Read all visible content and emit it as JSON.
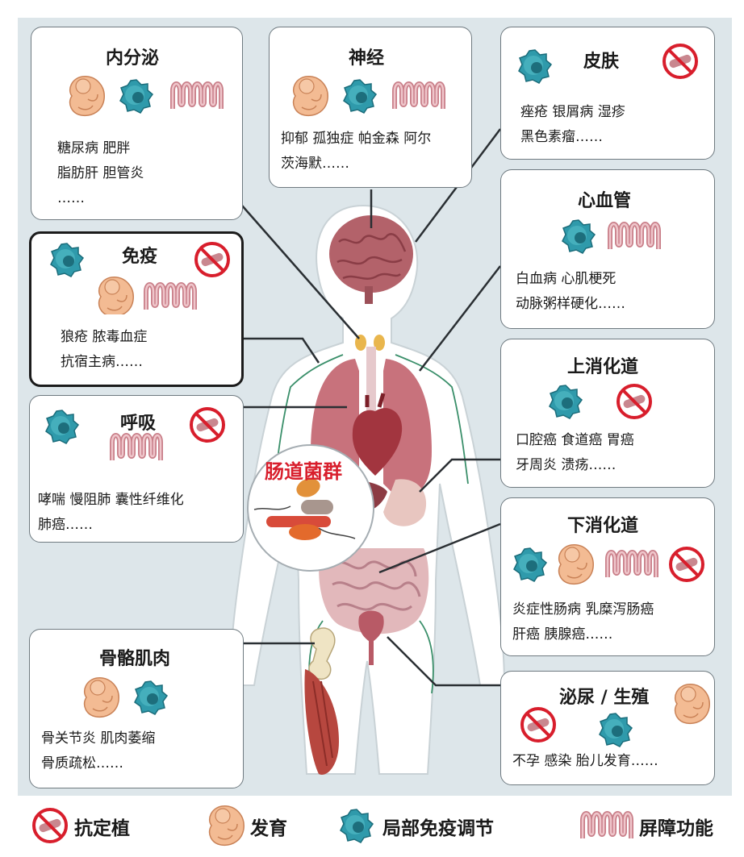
{
  "gut_label": "肠道菌群",
  "cards": {
    "endocrine": {
      "title": "内分泌",
      "lines": [
        "糖尿病 肥胖",
        "脂肪肝 胆管炎",
        "……"
      ]
    },
    "nerve": {
      "title": "神经",
      "lines": [
        "抑郁 孤独症 帕金森 阿尔",
        "茨海默……"
      ]
    },
    "skin": {
      "title": "皮肤",
      "lines": [
        "痤疮 银屑病 湿疹",
        "黑色素瘤……"
      ]
    },
    "cardio": {
      "title": "心血管",
      "lines": [
        "白血病 心肌梗死",
        "动脉粥样硬化……"
      ]
    },
    "immune": {
      "title": "免疫",
      "lines": [
        "狼疮 脓毒血症",
        "抗宿主病……"
      ]
    },
    "upper_gi": {
      "title": "上消化道",
      "lines": [
        "口腔癌 食道癌 胃癌",
        "牙周炎 溃疡……"
      ]
    },
    "respiratory": {
      "title": "呼吸",
      "lines": [
        "哮喘 慢阻肺 囊性纤维化",
        "肺癌……"
      ]
    },
    "lower_gi": {
      "title": "下消化道",
      "lines": [
        "炎症性肠病 乳糜泻肠癌",
        "肝癌 胰腺癌……"
      ]
    },
    "musculo": {
      "title": "骨骼肌肉",
      "lines": [
        "骨关节炎 肌肉萎缩",
        "骨质疏松……"
      ]
    },
    "urogenital": {
      "title": "泌尿 / 生殖",
      "lines": [
        "不孕 感染 胎儿发育……"
      ]
    }
  },
  "legend": {
    "anti": "抗定植",
    "develop": "发育",
    "immune": "局部免疫调节",
    "barrier": "屏障功能"
  },
  "icons": {
    "anti": "no-bacteria-icon",
    "develop": "fetus-icon",
    "immune": "immune-cell-icon",
    "barrier": "villi-barrier-icon"
  },
  "colors": {
    "background": "#dde6ea",
    "immune_cell": "#3aa7b5",
    "fetus": "#f0b48a",
    "barrier": "#d79aa2",
    "prohibit": "#d81e2c",
    "nerve_line": "#3a8f6a",
    "gut_title": "#d81e2c"
  }
}
